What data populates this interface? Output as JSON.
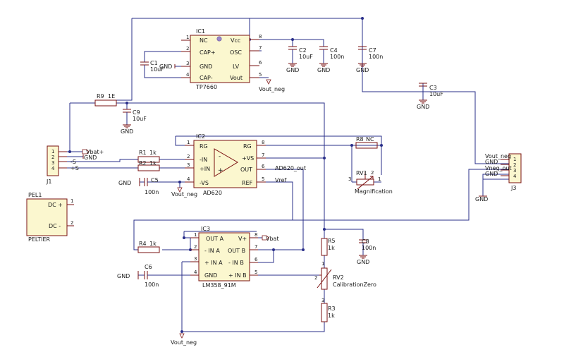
{
  "ic1": {
    "ref": "IC1",
    "part": "TP7660",
    "pins_left": [
      {
        "num": "1",
        "name": "NC"
      },
      {
        "num": "2",
        "name": "CAP+"
      },
      {
        "num": "3",
        "name": "GND"
      },
      {
        "num": "4",
        "name": "CAP-"
      }
    ],
    "pins_right": [
      {
        "num": "8",
        "name": "Vcc"
      },
      {
        "num": "7",
        "name": "OSC"
      },
      {
        "num": "6",
        "name": "LV"
      },
      {
        "num": "5",
        "name": "Vout"
      }
    ]
  },
  "ic2": {
    "ref": "IC2",
    "part": "AD620",
    "pins_left": [
      {
        "num": "1",
        "name": "RG"
      },
      {
        "num": "2",
        "name": "-IN"
      },
      {
        "num": "3",
        "name": "+IN"
      },
      {
        "num": "4",
        "name": "-VS"
      }
    ],
    "pins_right": [
      {
        "num": "8",
        "name": "RG"
      },
      {
        "num": "7",
        "name": "+VS"
      },
      {
        "num": "6",
        "name": "OUT"
      },
      {
        "num": "5",
        "name": "REF"
      }
    ],
    "opamp_minus": "-",
    "opamp_plus": "+"
  },
  "ic3": {
    "ref": "IC3",
    "part": "LM358_91M",
    "pins_left": [
      {
        "num": "1",
        "name": "OUT A"
      },
      {
        "num": "2",
        "name": "- IN A"
      },
      {
        "num": "3",
        "name": "+ IN A"
      },
      {
        "num": "4",
        "name": "GND"
      }
    ],
    "pins_right": [
      {
        "num": "8",
        "name": "V+"
      },
      {
        "num": "7",
        "name": "OUT B"
      },
      {
        "num": "6",
        "name": "- IN B"
      },
      {
        "num": "5",
        "name": "+ IN B"
      }
    ]
  },
  "j1": {
    "ref": "J1",
    "pins": [
      "1",
      "2",
      "3",
      "4"
    ]
  },
  "j3": {
    "ref": "J3",
    "pins": [
      "1",
      "2",
      "3",
      "4"
    ]
  },
  "pel1": {
    "ref": "PEL1",
    "part": "PELTIER",
    "pin_plus": "DC +",
    "pin_minus": "DC -",
    "num_plus": "1",
    "num_minus": "2"
  },
  "resistors": {
    "r9": {
      "ref": "R9",
      "value": "1E"
    },
    "r1": {
      "ref": "R1",
      "value": "1k"
    },
    "r2": {
      "ref": "R2",
      "value": "1k"
    },
    "r4": {
      "ref": "R4",
      "value": "1k"
    },
    "r5": {
      "ref": "R5",
      "value": "1k"
    },
    "r3": {
      "ref": "R3",
      "value": "1k"
    },
    "r8": {
      "ref": "R8",
      "value": "NC"
    }
  },
  "capacitors": {
    "c1": {
      "ref": "C1",
      "value": "10uF"
    },
    "c2": {
      "ref": "C2",
      "value": "10uF"
    },
    "c4": {
      "ref": "C4",
      "value": "100n"
    },
    "c7": {
      "ref": "C7",
      "value": "100n"
    },
    "c3": {
      "ref": "C3",
      "value": "10uF"
    },
    "c9": {
      "ref": "C9",
      "value": "10uF"
    },
    "c5": {
      "ref": "C5",
      "value": "100n"
    },
    "c6": {
      "ref": "C6",
      "value": "100n"
    },
    "c8": {
      "ref": "C8",
      "value": "100n"
    }
  },
  "pots": {
    "rv1": {
      "ref": "RV1",
      "name": "Magnification",
      "pin1": "1",
      "pin2": "2",
      "pin3": "3"
    },
    "rv2": {
      "ref": "RV2",
      "name": "CalibrationZero",
      "pin1": "1",
      "pin2": "2",
      "pin3": "3"
    }
  },
  "nets": {
    "gnd": "GND",
    "vbat_plus": "Vbat+",
    "vbat": "Vbat",
    "vout_neg": "Vout_neg",
    "vref": "Vref",
    "ad620_out": "AD620_out",
    "j1_minus_s": "-S",
    "j1_plus_s": "+S",
    "j3_vout_neg": "Vout_neg",
    "j3_gnd": "GND",
    "j3_vneg_out": "Vneg_out",
    "j3_gnd2": "GND"
  }
}
